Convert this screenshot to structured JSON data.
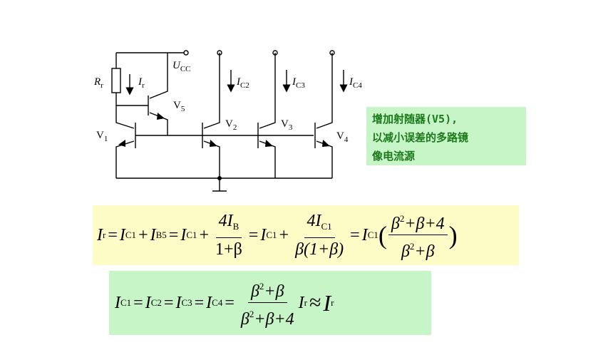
{
  "circuit": {
    "labels": {
      "ucc": "U",
      "ucc_sub": "CC",
      "rr": "R",
      "rr_sub": "r",
      "ir": "I",
      "ir_sub": "r",
      "ic2": "I",
      "ic2_sub": "C2",
      "ic3": "I",
      "ic3_sub": "C3",
      "ic4": "I",
      "ic4_sub": "C4",
      "v1": "V",
      "v1_sub": "1",
      "v2": "V",
      "v2_sub": "2",
      "v3": "V",
      "v3_sub": "3",
      "v4": "V",
      "v4_sub": "4",
      "v5": "V",
      "v5_sub": "5"
    }
  },
  "note": {
    "line1": "增加射随器(V5),",
    "line2": "以减小误差的多路镜",
    "line3": "像电流源"
  },
  "equation1": {
    "lhs": "I",
    "lhs_sub": "r",
    "t1": "I",
    "t1_sub": "C1",
    "t2": "I",
    "t2_sub": "B5",
    "t3": "I",
    "t3_sub": "C1",
    "f1_num": "4I",
    "f1_num_sub": "B",
    "f1_den": "1+β",
    "t4": "I",
    "t4_sub": "C1",
    "f2_num": "4I",
    "f2_num_sub": "C1",
    "f2_den": "β(1+β)",
    "t5": "I",
    "t5_sub": "C1",
    "f3_num_a": "β",
    "f3_num_sup": "2",
    "f3_num_b": "+β+4",
    "f3_den_a": "β",
    "f3_den_sup": "2",
    "f3_den_b": "+β"
  },
  "equation2": {
    "t1": "I",
    "t1_sub": "C1",
    "t2": "I",
    "t2_sub": "C2",
    "t3": "I",
    "t3_sub": "C3",
    "t4": "I",
    "t4_sub": "C4",
    "num_a": "β",
    "num_sup": "2",
    "num_b": "+β",
    "den_a": "β",
    "den_sup": "2",
    "den_b": "+β+4",
    "r1": "I",
    "r1_sub": "r",
    "approx": "≈",
    "r2": "I",
    "r2_sub": "r"
  }
}
